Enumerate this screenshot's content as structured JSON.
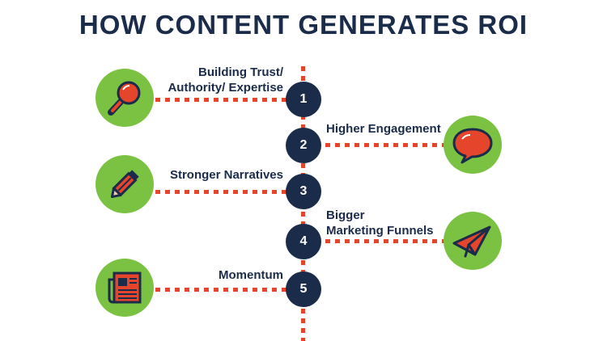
{
  "title": "HOW CONTENT GENERATES ROI",
  "colors": {
    "navy": "#1b2b4a",
    "orange": "#e5452a",
    "green": "#7cc242"
  },
  "steps": [
    {
      "number": "1",
      "label": "Building Trust/\nAuthority/ Expertise",
      "icon": "magnifying-glass-icon"
    },
    {
      "number": "2",
      "label": "Higher Engagement",
      "icon": "speech-bubble-icon"
    },
    {
      "number": "3",
      "label": "Stronger Narratives",
      "icon": "pencil-icon"
    },
    {
      "number": "4",
      "label": "Bigger\nMarketing Funnels",
      "icon": "paper-plane-icon"
    },
    {
      "number": "5",
      "label": "Momentum",
      "icon": "newspaper-icon"
    }
  ]
}
